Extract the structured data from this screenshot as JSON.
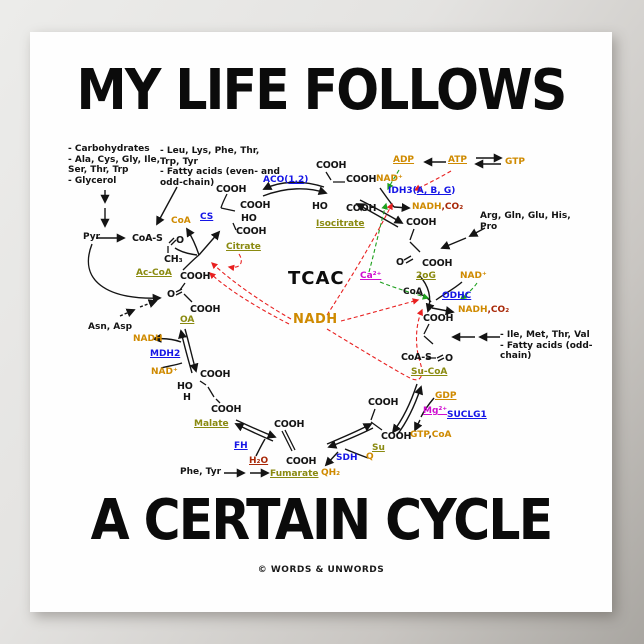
{
  "poster": {
    "title_top": "MY LIFE FOLLOWS",
    "title_bottom": "A CERTAIN CYCLE",
    "copyright": "© WORDS & UNWORDS",
    "cycle_label": "TCAC"
  },
  "colors": {
    "cofactor_orange": "#cf8a00",
    "metabolite_olive": "#8a8a10",
    "enzyme_blue": "#1515e6",
    "ion_magenta": "#cf0ccf",
    "byproduct_dark_red": "#a82808",
    "inhibition_red": "#e82020",
    "activation_green": "#1ea01e"
  },
  "inputs": {
    "carbs": "- Carbohydrates\n- Ala, Cys, Gly, Ile,\n  Ser, Thr, Trp\n- Glycerol",
    "amino_fatty": "- Leu, Lys,  Phe, Thr,\n  Trp, Tyr\n- Fatty acids (even- and\n  odd-chain)",
    "arg_group": "Arg, Gln, Glu, His,\nPro",
    "ile_group": "- Ile, Met, Thr, Val\n- Fatty acids (odd-\n  chain)",
    "asn_asp": "Asn, Asp",
    "phe_tyr": "Phe, Tyr",
    "pyruvate": "Pyr"
  },
  "metabolites": {
    "citrate": "Citrate",
    "isocitrate": "Isocitrate",
    "two_og": "2oG",
    "su_coa": "Su-CoA",
    "su": "Su",
    "fumarate": "Fumarate",
    "malate": "Malate",
    "oa": "OA",
    "ac_coa": "Ac-CoA"
  },
  "enzymes": {
    "cs": "CS",
    "aco_pre": "ACO(",
    "aco_iso": "1,2",
    "aco_post": ")",
    "idh3_pre": "IDH3(",
    "idh3_sub": "A, B, G",
    "idh3_post": ")",
    "odhc": "ODHC",
    "suclg1": "SUCLG1",
    "sdh": "SDH",
    "fh": "FH",
    "mdh2": "MDH2"
  },
  "cofactors": {
    "nadh": "NADH",
    "nad": "NAD⁺",
    "adp": "ADP",
    "atp": "ATP",
    "gtp": "GTP",
    "gdp": "GDP",
    "q": "Q",
    "qh2": "QH₂",
    "coa": "CoA",
    "co2": ",CO₂",
    "h2o": "H₂O",
    "ca": "Ca²⁺",
    "mg": "Mg²⁺",
    "comma": ","
  },
  "formula": {
    "cooh": "COOH",
    "coas": "CoA-S",
    "ch3": "CH₃",
    "o": "O",
    "ho": "HO",
    "h": "H"
  }
}
